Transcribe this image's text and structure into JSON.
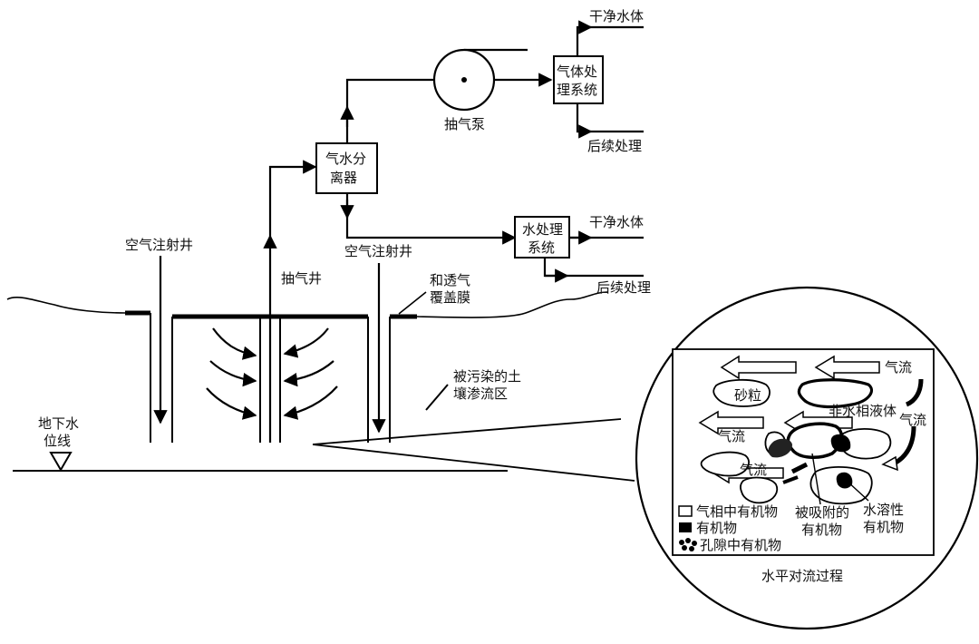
{
  "labels": {
    "clean_water_top": "干净水体",
    "gas_treatment_line1": "气体处",
    "gas_treatment_line2": "理系统",
    "followup_top": "后续处理",
    "pump": "抽气泵",
    "separator_line1": "气水分",
    "separator_line2": "离器",
    "water_treatment_line1": "水处理",
    "water_treatment_line2": "系统",
    "clean_water_mid": "干净水体",
    "followup_mid": "后续处理",
    "air_injection_well_left": "空气注射井",
    "extraction_well": "抽气井",
    "air_injection_well_right": "空气注射井",
    "cover_membrane_line1": "和透气",
    "cover_membrane_line2": "覆盖膜",
    "contaminated_zone_line1": "被污染的土",
    "contaminated_zone_line2": "壤渗流区",
    "groundwater_line1": "地下水",
    "groundwater_line2": "位线"
  },
  "inset": {
    "sand": "砂粒",
    "airflow_top": "气流",
    "airflow_right": "气流",
    "airflow_left": "气流",
    "airflow_bottom": "气流",
    "napl": "非水相液体",
    "adsorbed_line1": "被吸附的",
    "adsorbed_line2": "有机物",
    "dissolved_line1": "水溶性",
    "dissolved_line2": "有机物",
    "legend_gas": "气相中有机物",
    "legend_organic": "有机物",
    "legend_pore": "孔隙中有机物",
    "caption": "水平对流过程"
  }
}
